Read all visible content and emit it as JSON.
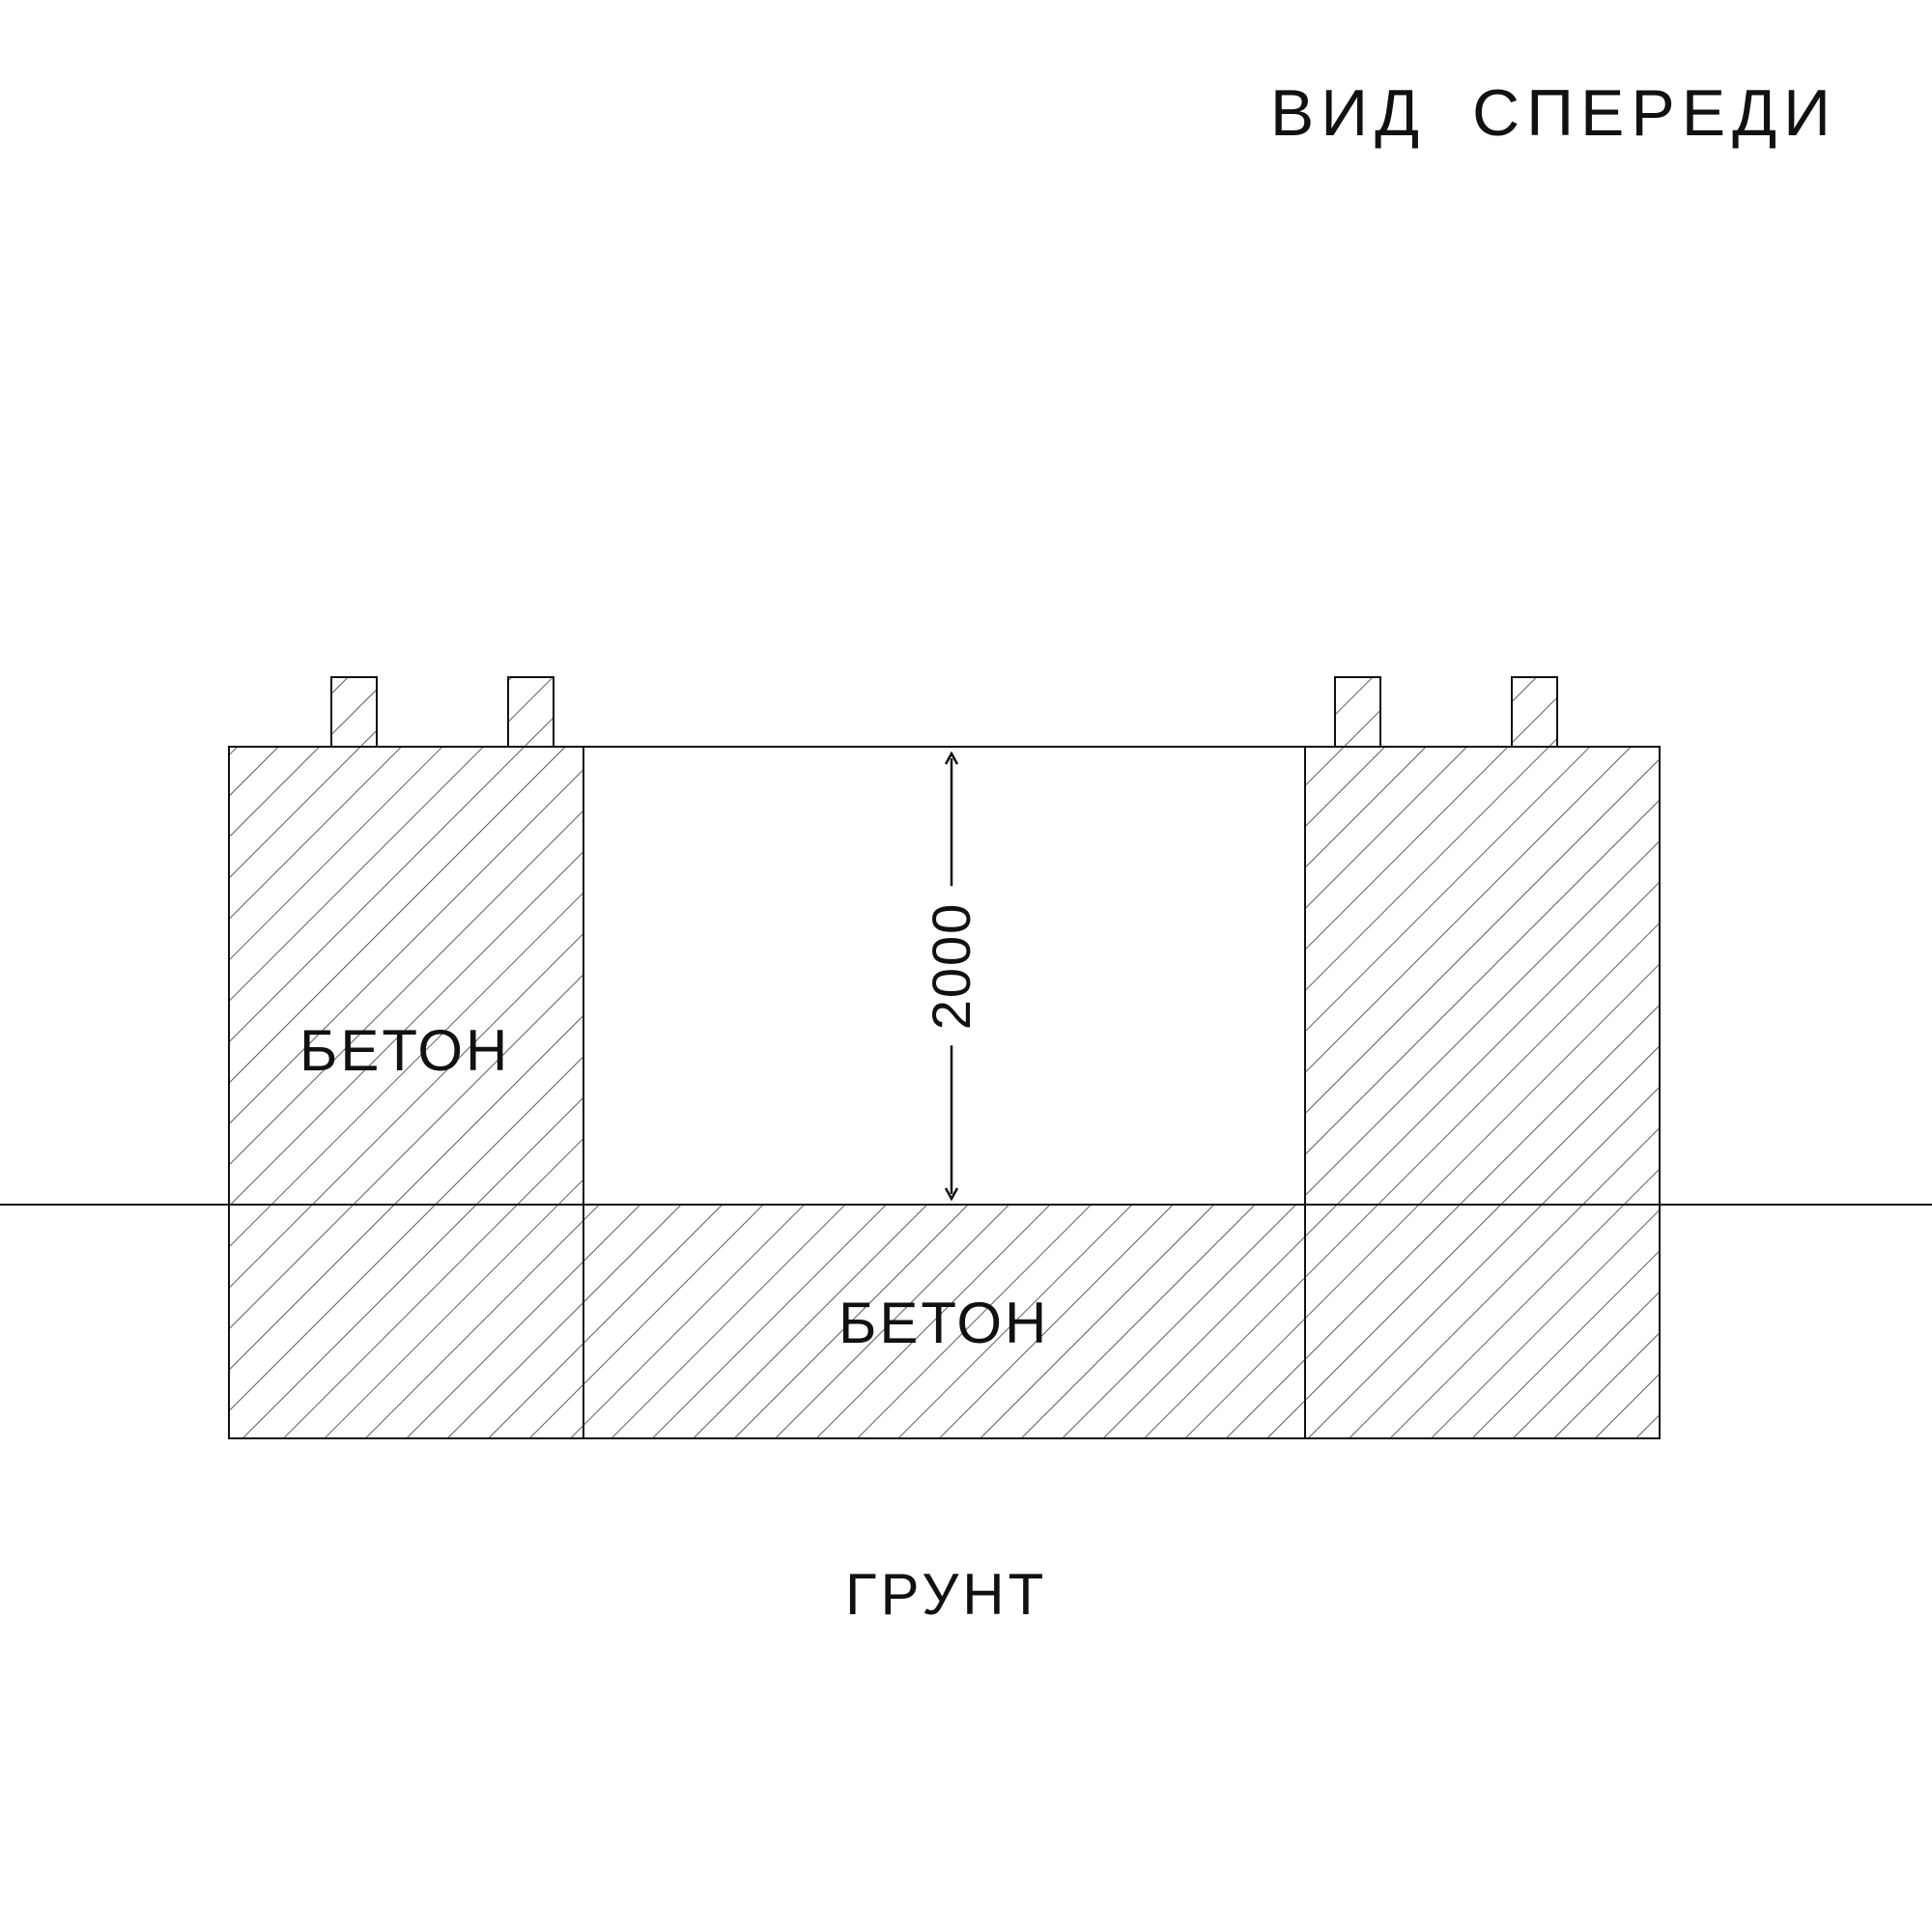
{
  "diagram": {
    "view_title": "ВИД  СПЕРЕДИ",
    "dimension": "2000",
    "material_left": "БЕТОН",
    "material_bottom": "БЕТОН",
    "ground_label": "ГРУНТ"
  },
  "colors": {
    "line": "#111111",
    "background": "#ffffff"
  }
}
